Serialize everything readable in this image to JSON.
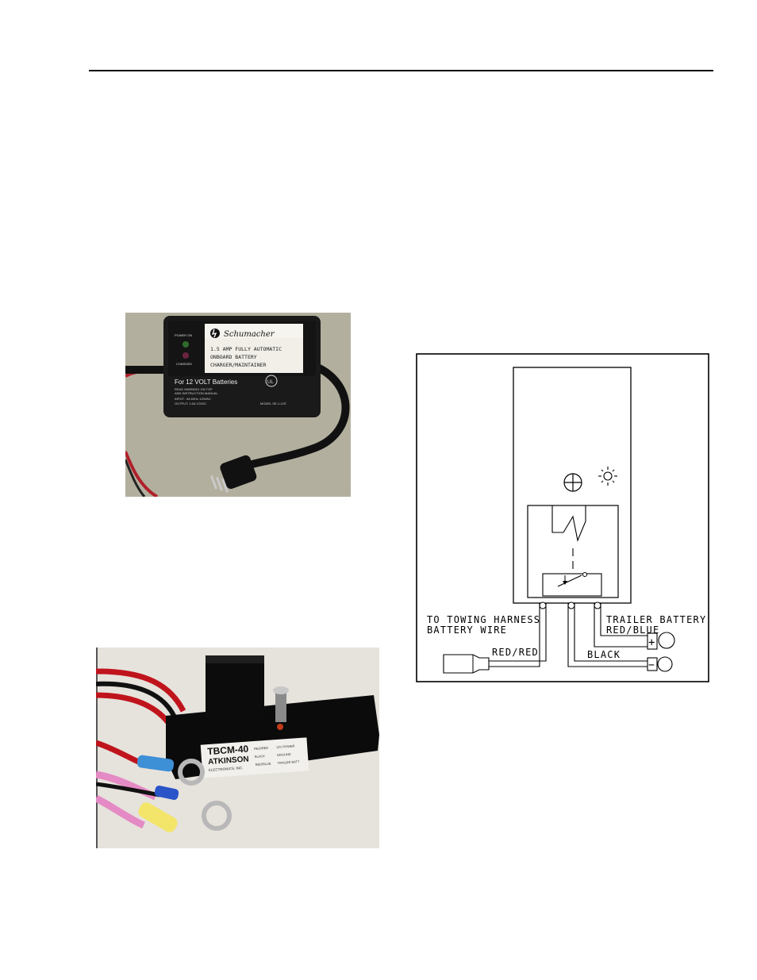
{
  "charger_photo": {
    "label_power_on": "POWER ON",
    "label_charged": "CHARGED",
    "brand": "Schumacher",
    "line1": "1.5 AMP FULLY AUTOMATIC",
    "line2": "ONBOARD BATTERY",
    "line3": "CHARGER/MAINTAINER",
    "for_batteries": "For 12 VOLT Batteries",
    "warning1": "READ WARNING ON TOP",
    "warning2": "AND INSTRUCTION MANUAL",
    "input": "INPUT: .4A 60Hz 120VAC",
    "output": "OUTPUT: 1.5A 12VDC",
    "ul_mark": "UL",
    "model": "MODEL SE-1-12S"
  },
  "tbcm_photo": {
    "model": "TBCM-40",
    "maker": "ATKINSON",
    "maker_sub": "ELECTRONICS, INC.",
    "legend_left_1": "RED/RED",
    "legend_left_2": "BLACK",
    "legend_left_3": "RED/BLUE",
    "legend_right_1": "12V POWER",
    "legend_right_2": "GROUND",
    "legend_right_3": "TRAILER BATT"
  },
  "wiring_diagram": {
    "towing_label_1": "TO TOWING HARNESS",
    "towing_label_2": "BATTERY WIRE",
    "trailer_label_1": "TRAILER BATTERY",
    "trailer_label_2": "RED/BLUE",
    "red_red": "RED/RED",
    "black": "BLACK",
    "plus_sign": "+",
    "minus_sign": "−"
  }
}
